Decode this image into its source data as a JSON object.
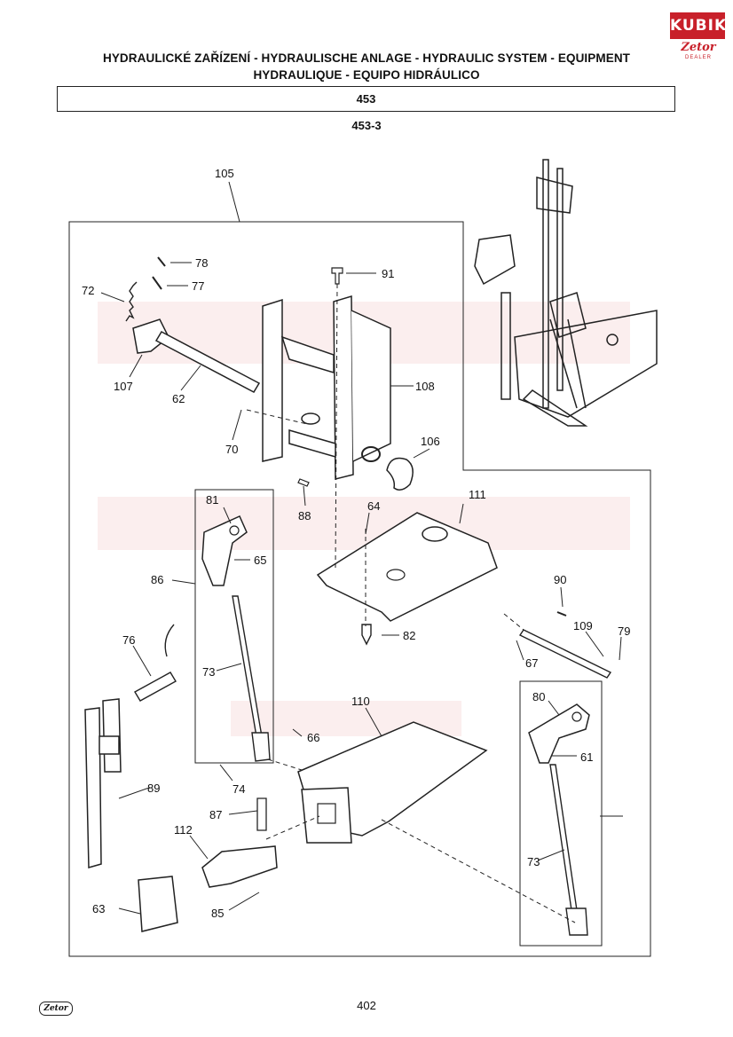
{
  "header": {
    "title_line1": "HYDRAULICKÉ ZAŘÍZENÍ - HYDRAULISCHE ANLAGE - HYDRAULIC SYSTEM - EQUIPMENT",
    "title_line2": "HYDRAULIQUE - EQUIPO HIDRÁULICO",
    "group_number": "453",
    "subgroup_number": "453-3"
  },
  "logo": {
    "kubik_text": "KUBIK",
    "brand_text": "Zetor",
    "dealer_text": "DEALER",
    "accent_color": "#c8202a"
  },
  "diagram": {
    "assembly_label": "105",
    "callouts": [
      "78",
      "77",
      "72",
      "107",
      "62",
      "91",
      "108",
      "70",
      "106",
      "88",
      "81",
      "65",
      "86",
      "64",
      "111",
      "90",
      "82",
      "109",
      "79",
      "67",
      "76",
      "73",
      "66",
      "110",
      "80",
      "61",
      "89",
      "74",
      "87",
      "112",
      "63",
      "85"
    ]
  },
  "footer": {
    "logo_text": "Zetor",
    "page_number": "402"
  }
}
